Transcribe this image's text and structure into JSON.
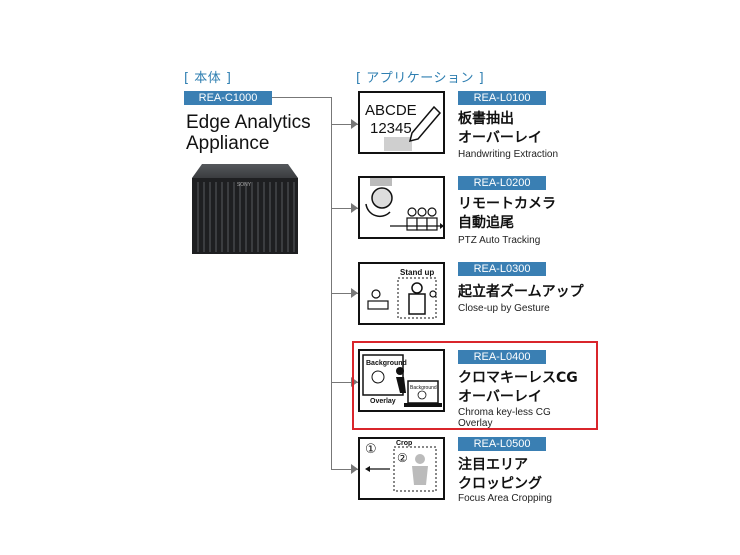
{
  "sections": {
    "main_unit_label": "[ 本体 ]",
    "applications_label": "[ アプリケーション ]"
  },
  "device": {
    "model": "REA-C1000",
    "name_line1": "Edge Analytics",
    "name_line2": "Appliance",
    "brand": "SONY"
  },
  "apps": [
    {
      "model": "REA-L0100",
      "name_line1": "板書抽出",
      "name_line2": "オーバーレイ",
      "en_line1": "Handwriting Extraction",
      "en_line2": "",
      "icon_text1": "ABCDE",
      "icon_text2": "12345"
    },
    {
      "model": "REA-L0200",
      "name_line1": "リモートカメラ",
      "name_line2": "自動追尾",
      "en_line1": "PTZ Auto Tracking",
      "en_line2": ""
    },
    {
      "model": "REA-L0300",
      "name_line1": "起立者ズームアップ",
      "name_line2": "",
      "en_line1": "Close-up by Gesture",
      "en_line2": "",
      "icon_text1": "Stand up"
    },
    {
      "model": "REA-L0400",
      "name_line1": "クロマキーレスCG",
      "name_line2": "オーバーレイ",
      "en_line1": "Chroma key-less CG",
      "en_line2": "Overlay",
      "icon_text1": "Background",
      "icon_text2": "Overlay",
      "icon_text3": "Background",
      "highlighted": true
    },
    {
      "model": "REA-L0500",
      "name_line1": "注目エリア",
      "name_line2": "クロッピング",
      "en_line1": "Focus Area Cropping",
      "en_line2": "",
      "icon_text1": "①",
      "icon_text2": "②",
      "icon_text3": "Crop"
    }
  ],
  "colors": {
    "accent": "#3a7fb3",
    "highlight": "#d9252b",
    "connector": "#777777"
  }
}
